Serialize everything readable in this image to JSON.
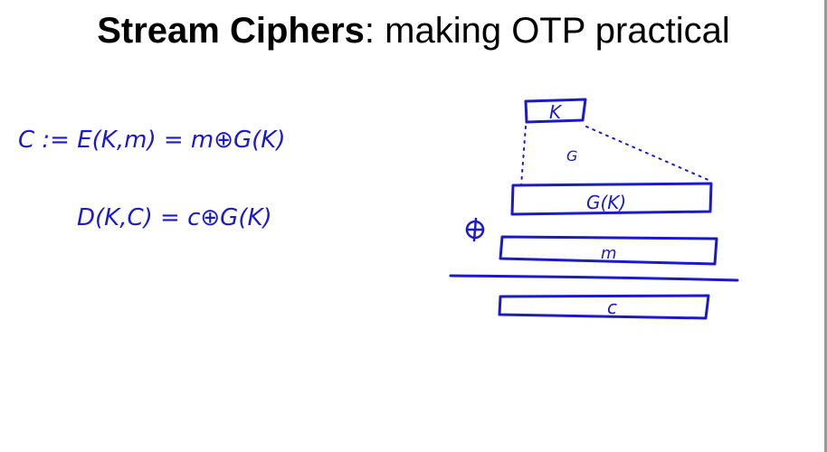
{
  "slide": {
    "title_bold": "Stream Ciphers",
    "title_rest": ":  making OTP practical"
  },
  "equations": {
    "encrypt": "C := E(K,m) = m⊕G(K)",
    "decrypt": "D(K,C) = c⊕G(K)"
  },
  "diagram": {
    "key_label": "K",
    "generator_label": "G",
    "keystream_label": "G(K)",
    "xor_symbol": "⊕",
    "message_label": "m",
    "ciphertext_label": "c"
  },
  "colors": {
    "ink": "#1a1acc",
    "text": "#000000"
  }
}
